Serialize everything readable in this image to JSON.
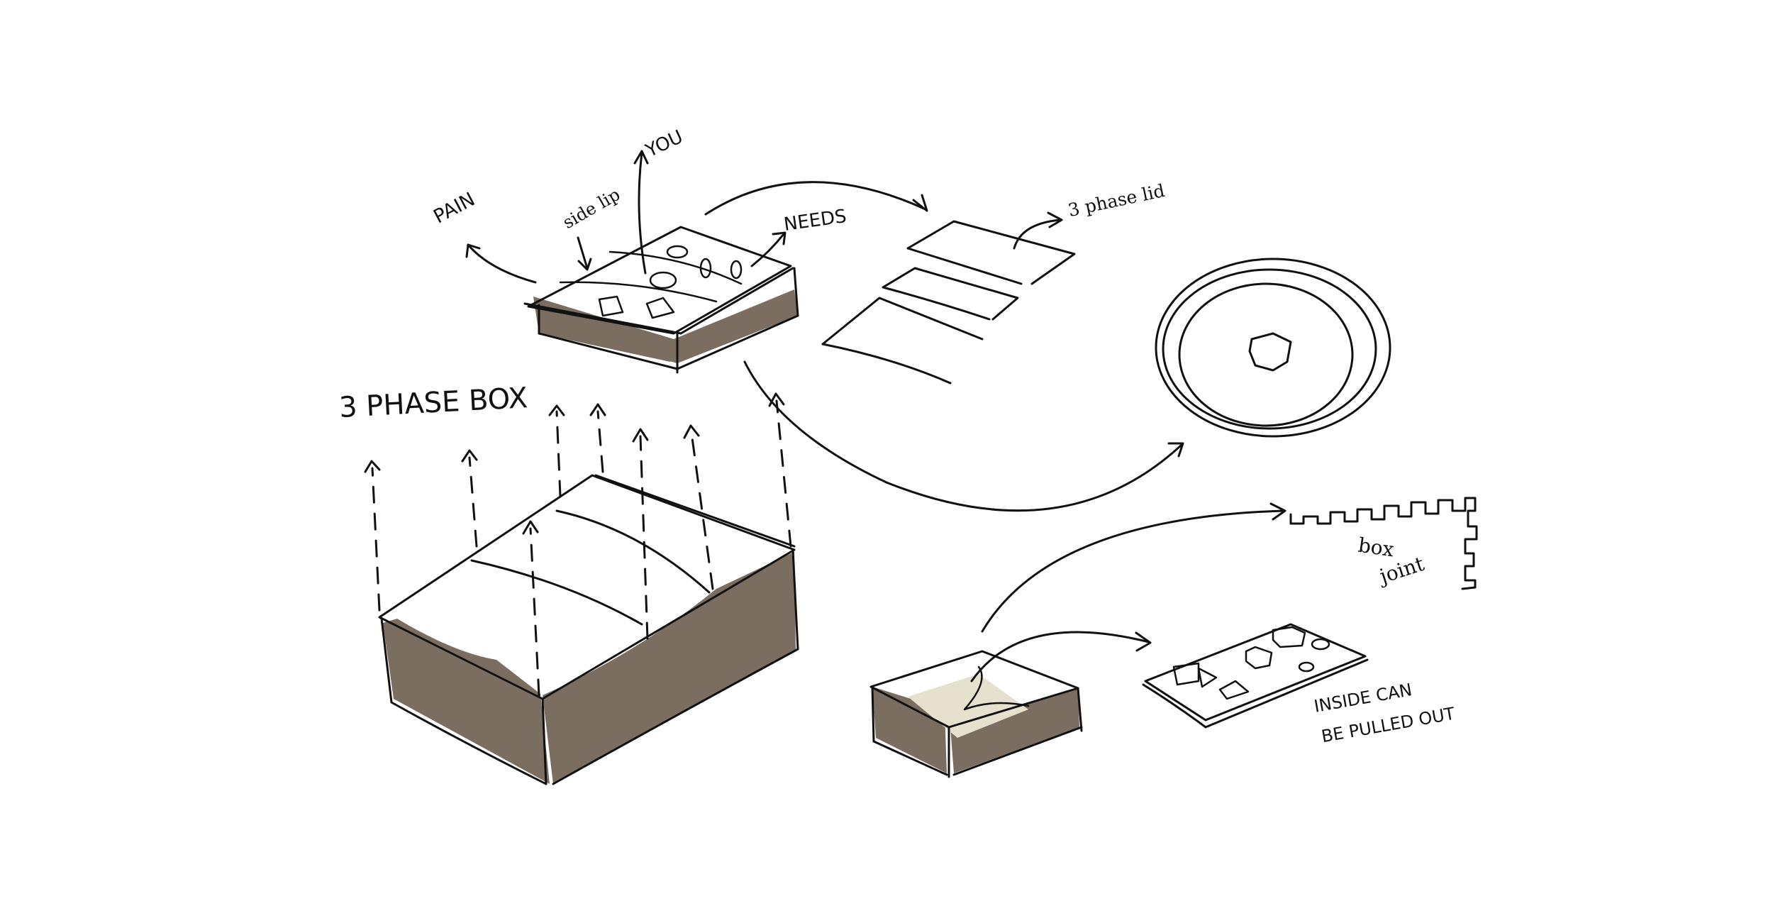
{
  "colors": {
    "ink": "#111111",
    "box_fill": "#7b6e61",
    "insert_fill": "#e6e1cf",
    "background": "#ffffff"
  },
  "labels": {
    "pain": "PAIN",
    "side_lip": "side lip",
    "you": "YOU",
    "needs": "NEEDS",
    "three_phase_lid": "3 phase lid",
    "three_phase_box": "3 PHASE BOX",
    "box": "box",
    "joint": "joint",
    "inside_line1": "INSIDE CAN",
    "inside_line2": "BE PULLED OUT"
  }
}
